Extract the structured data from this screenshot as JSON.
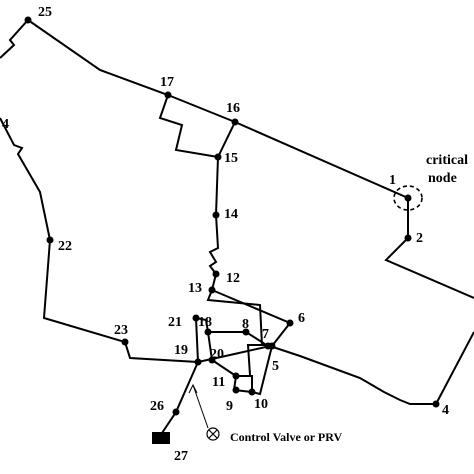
{
  "nodes": [
    {
      "id": "1",
      "label": "1"
    },
    {
      "id": "2",
      "label": "2"
    },
    {
      "id": "4",
      "label": "4"
    },
    {
      "id": "5",
      "label": "5"
    },
    {
      "id": "6",
      "label": "6"
    },
    {
      "id": "7",
      "label": "7"
    },
    {
      "id": "8",
      "label": "8"
    },
    {
      "id": "9",
      "label": "9"
    },
    {
      "id": "10",
      "label": "10"
    },
    {
      "id": "11",
      "label": "11"
    },
    {
      "id": "12",
      "label": "12"
    },
    {
      "id": "13",
      "label": "13"
    },
    {
      "id": "14",
      "label": "14"
    },
    {
      "id": "15",
      "label": "15"
    },
    {
      "id": "16",
      "label": "16"
    },
    {
      "id": "17",
      "label": "17"
    },
    {
      "id": "18",
      "label": "18"
    },
    {
      "id": "19",
      "label": "19"
    },
    {
      "id": "20",
      "label": "20"
    },
    {
      "id": "21",
      "label": "21"
    },
    {
      "id": "22",
      "label": "22"
    },
    {
      "id": "23",
      "label": "23"
    },
    {
      "id": "25",
      "label": "25"
    },
    {
      "id": "26",
      "label": "26"
    },
    {
      "id": "27",
      "label": "27"
    }
  ],
  "edge_labels": {
    "left_partial_4": "4"
  },
  "annotations": {
    "critical_line1": "critical",
    "critical_line2": "node",
    "valve_label": "Control Valve or PRV"
  }
}
